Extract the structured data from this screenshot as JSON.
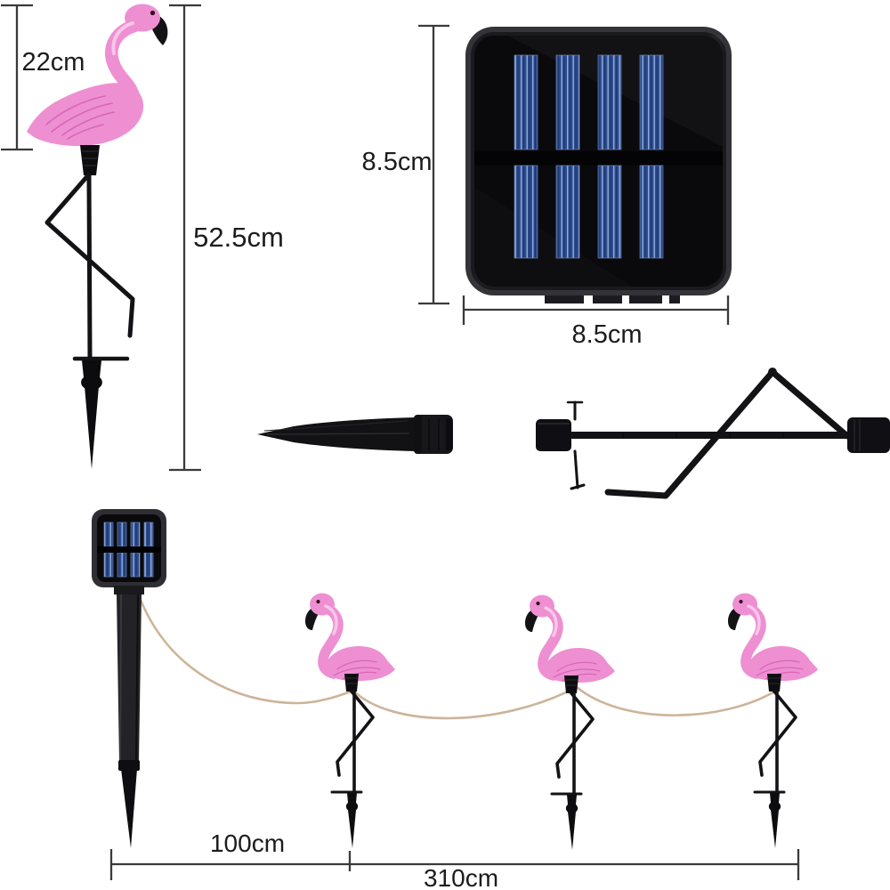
{
  "labels": {
    "flamingo_body_height": "22cm",
    "total_height": "52.5cm",
    "solar_panel_height": "8.5cm",
    "solar_panel_width": "8.5cm",
    "panel_to_first_flamingo": "100cm",
    "total_string_length": "310cm"
  },
  "graphics": {
    "flamingo_light_large": "flamingo-stake-light",
    "solar_panel_large": "solar-panel-front",
    "ground_spike": "ground-spike",
    "leg_assembly": "flamingo-leg-stake-assembly",
    "solar_panel_stake": "solar-panel-on-stake",
    "flamingo_lights_row": "three-flamingo-stake-lights",
    "wire": "connecting-wire"
  },
  "colors": {
    "background": "#ffffff",
    "flamingo-pink": "#ee8fd2",
    "flamingo-pink-light": "#f8c6e9",
    "flamingo-pink-dark": "#d966b8",
    "hardware-black": "#131316",
    "panel-frame": "#35353a",
    "panel-face": "#0a0a0d",
    "cell-blue": "#2c4c8e",
    "cell-stripe": "#8fa9d8",
    "wire-tan": "#cdb499",
    "dim-line": "#3a3a3a",
    "label-text": "#1c1c1c"
  }
}
